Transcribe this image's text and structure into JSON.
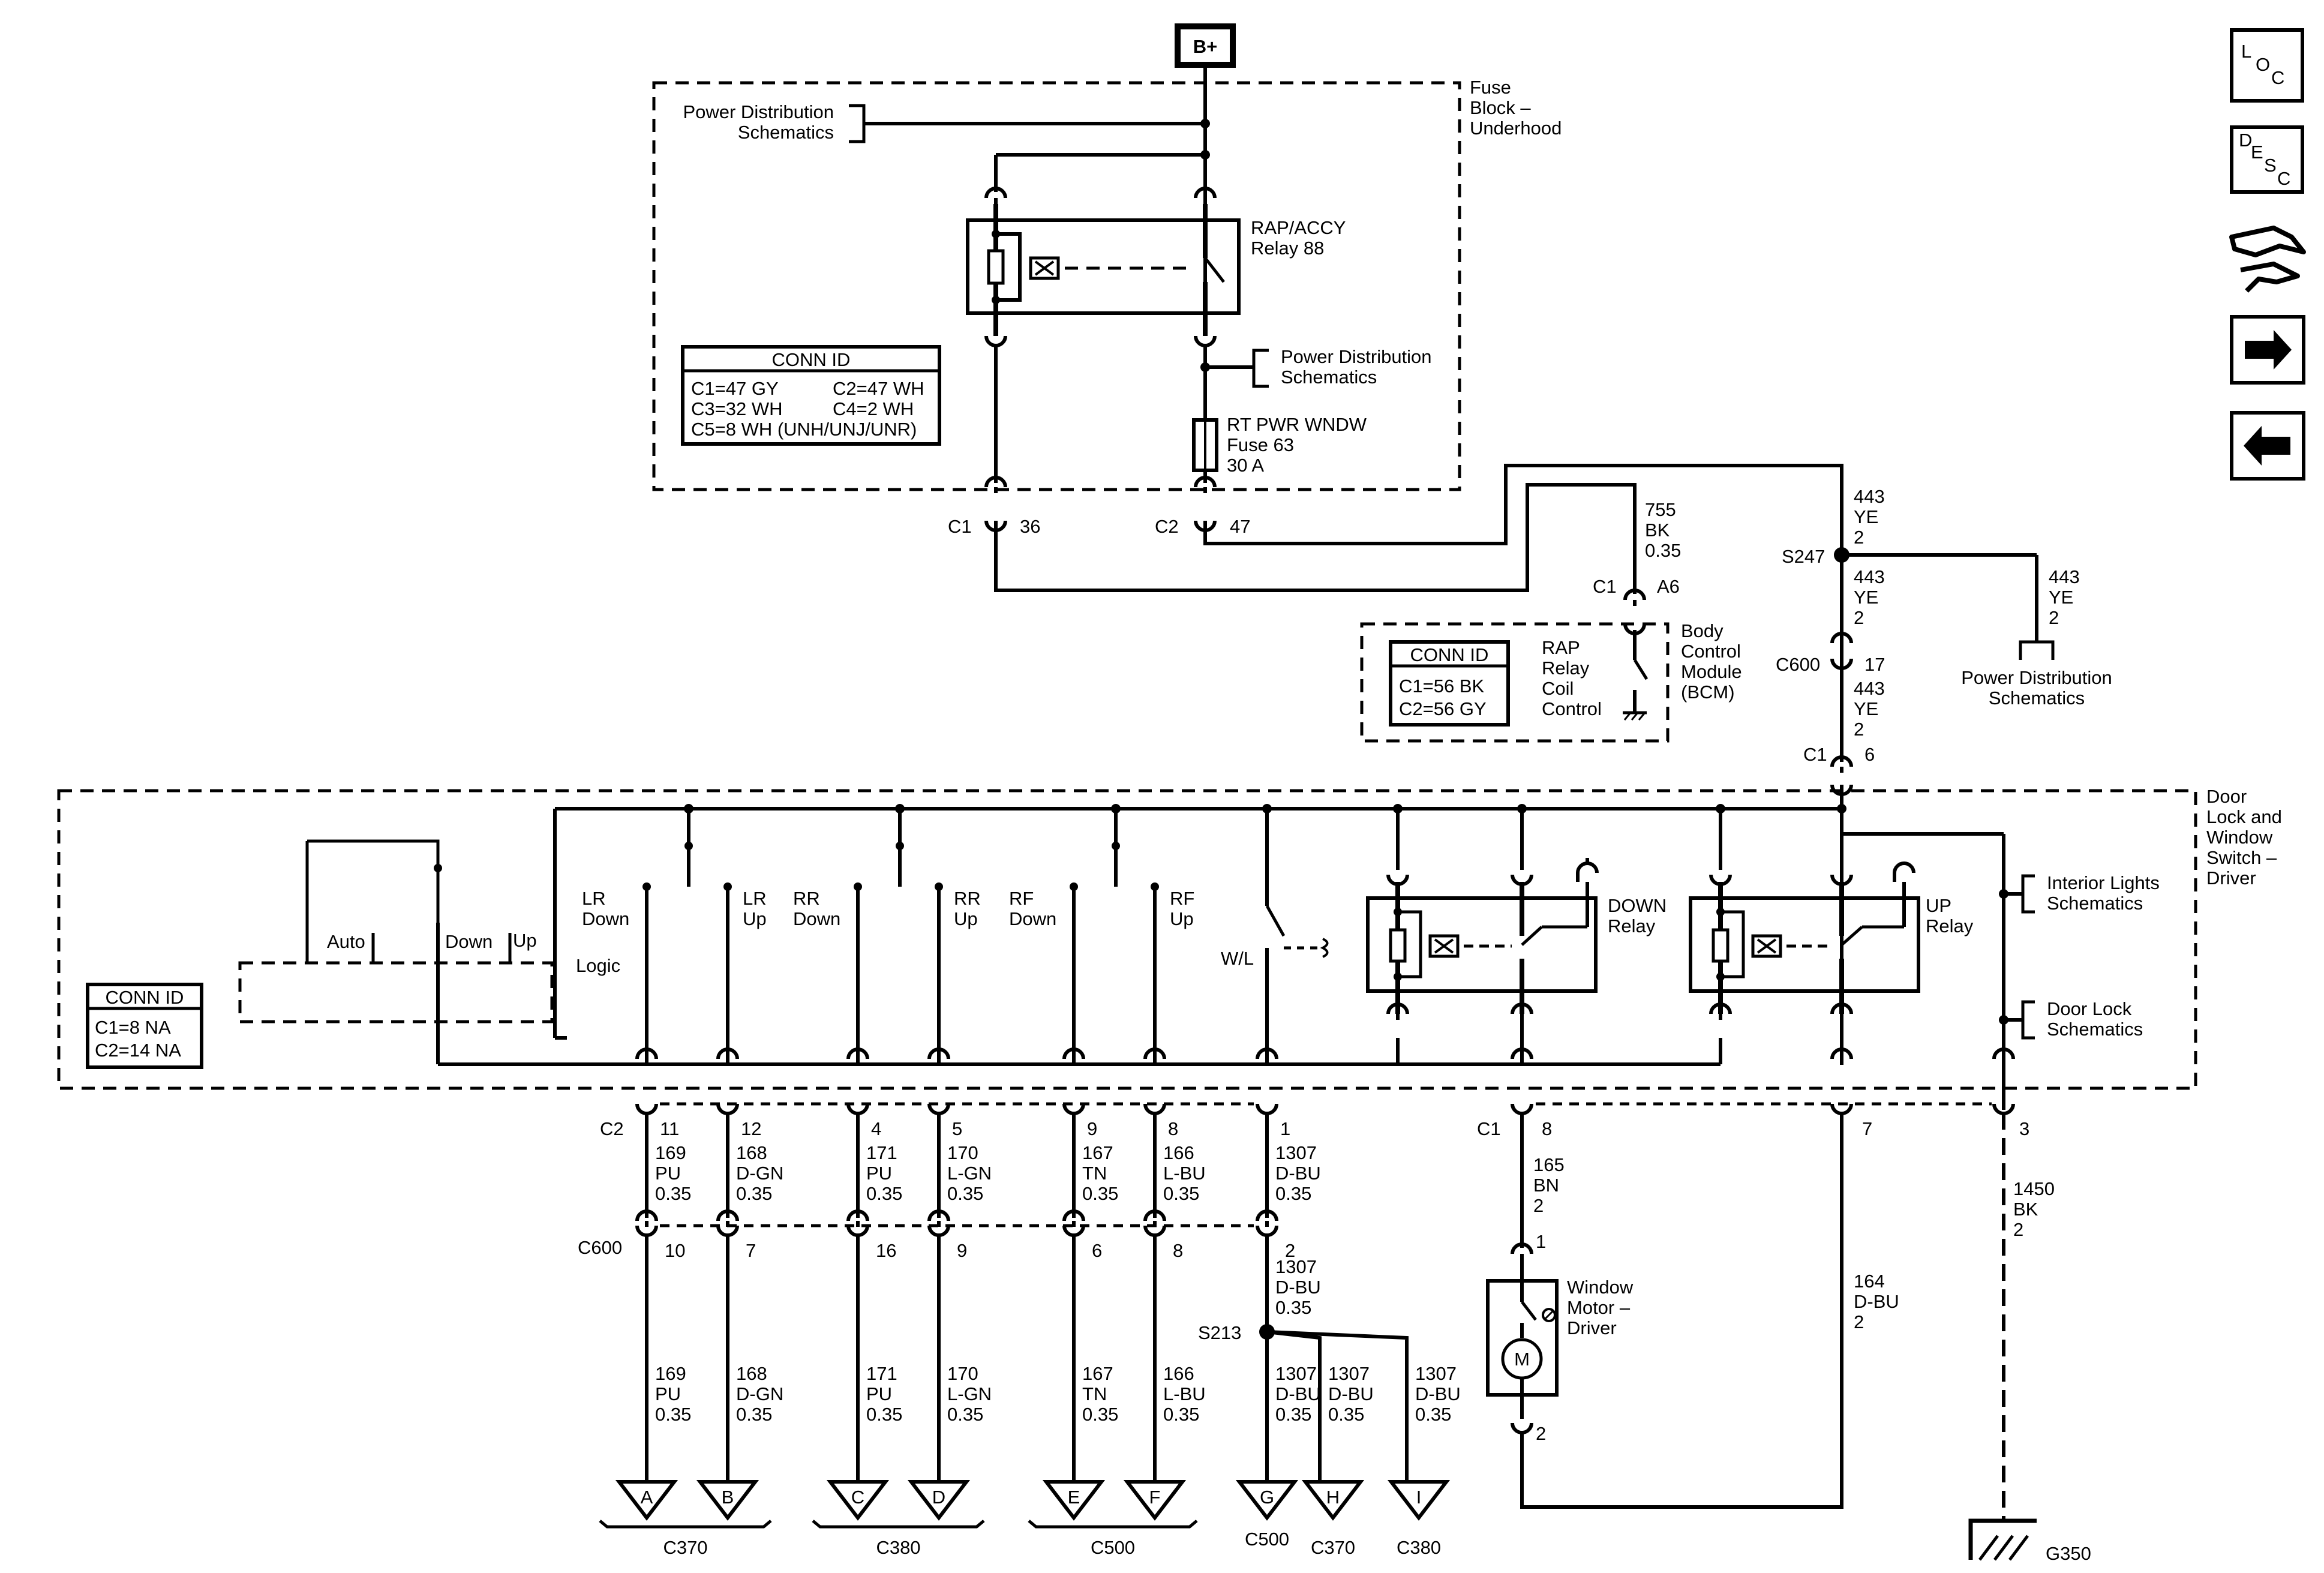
{
  "title": {
    "bplus": "B+",
    "fuse_block": [
      "Fuse",
      "Block –",
      "Underhood"
    ],
    "bcm": [
      "Body",
      "Control",
      "Module",
      "(BCM)"
    ],
    "door_switch": [
      "Door",
      "Lock and",
      "Window",
      "Switch –",
      "Driver"
    ]
  },
  "nav": {
    "loc": "LOC",
    "desc": "DESC"
  },
  "fuse_block": {
    "power_dist_1": [
      "Power Distribution",
      "Schematics"
    ],
    "relay": [
      "RAP/ACCY",
      "Relay 88"
    ],
    "power_dist_2": [
      "Power Distribution",
      "Schematics"
    ],
    "fuse": [
      "RT PWR WNDW",
      "Fuse 63",
      "30 A"
    ],
    "conn_id_title": "CONN ID",
    "conn_id_rows": [
      "C1=47 GY",
      "C2=47 WH",
      "C3=32 WH",
      "C4=2 WH",
      "C5=8 WH (UNH/UNJ/UNR)"
    ],
    "c1": "C1",
    "c1_pin": "36",
    "c2": "C2",
    "c2_pin": "47"
  },
  "bcm": {
    "wire_755": [
      "755",
      "BK",
      "0.35"
    ],
    "c1": "C1",
    "pin": "A6",
    "conn_id_title": "CONN ID",
    "conn_id_rows": [
      "C1=56 BK",
      "C2=56 GY"
    ],
    "relay_ctrl": [
      "RAP",
      "Relay",
      "Coil",
      "Control"
    ]
  },
  "feed": {
    "w1": [
      "443",
      "YE",
      "2"
    ],
    "splice": "S247",
    "w2": [
      "443",
      "YE",
      "2"
    ],
    "w3": [
      "443",
      "YE",
      "2"
    ],
    "pd": [
      "Power Distribution",
      "Schematics"
    ],
    "c600": "C600",
    "c600_pin": "17",
    "w4": [
      "443",
      "YE",
      "2"
    ],
    "c1": "C1",
    "c1_pin": "6"
  },
  "switch": {
    "auto": "Auto",
    "down": "Down",
    "up": "Up",
    "logic": "Logic",
    "conn_id_title": "CONN ID",
    "conn_id_rows": [
      "C1=8 NA",
      "C2=14 NA"
    ],
    "lr_down": [
      "LR",
      "Down"
    ],
    "lr_up": [
      "LR",
      "Up"
    ],
    "rr_down": [
      "RR",
      "Down"
    ],
    "rr_up": [
      "RR",
      "Up"
    ],
    "rf_down": [
      "RF",
      "Down"
    ],
    "rf_up": [
      "RF",
      "Up"
    ],
    "wl": "W/L",
    "down_relay": [
      "DOWN",
      "Relay"
    ],
    "up_relay": [
      "UP",
      "Relay"
    ],
    "interior": [
      "Interior Lights",
      "Schematics"
    ],
    "door_lock": [
      "Door Lock",
      "Schematics"
    ]
  },
  "c2_wires": {
    "conn": "C2",
    "pins": [
      "11",
      "12",
      "4",
      "5",
      "9",
      "8",
      "1"
    ],
    "wires": [
      [
        "169",
        "PU",
        "0.35"
      ],
      [
        "168",
        "D-GN",
        "0.35"
      ],
      [
        "171",
        "PU",
        "0.35"
      ],
      [
        "170",
        "L-GN",
        "0.35"
      ],
      [
        "167",
        "TN",
        "0.35"
      ],
      [
        "166",
        "L-BU",
        "0.35"
      ],
      [
        "1307",
        "D-BU",
        "0.35"
      ]
    ]
  },
  "c600_row": {
    "conn": "C600",
    "pins": [
      "10",
      "7",
      "16",
      "9",
      "6",
      "8",
      "2"
    ],
    "wire_below": [
      "1307",
      "D-BU",
      "0.35"
    ],
    "splice": "S213"
  },
  "lower_wires": [
    [
      "169",
      "PU",
      "0.35"
    ],
    [
      "168",
      "D-GN",
      "0.35"
    ],
    [
      "171",
      "PU",
      "0.35"
    ],
    [
      "170",
      "L-GN",
      "0.35"
    ],
    [
      "167",
      "TN",
      "0.35"
    ],
    [
      "166",
      "L-BU",
      "0.35"
    ],
    [
      "1307",
      "D-BU",
      "0.35"
    ],
    [
      "1307",
      "D-BU",
      "0.35"
    ],
    [
      "1307",
      "D-BU",
      "0.35"
    ]
  ],
  "terminals": [
    "A",
    "B",
    "C",
    "D",
    "E",
    "F",
    "G",
    "H",
    "I"
  ],
  "groups": {
    "c370": "C370",
    "c380": "C380",
    "c500": "C500",
    "g_c500": "C500",
    "h_c370": "C370",
    "i_c380": "C380"
  },
  "c1_right": {
    "conn": "C1",
    "pin8": "8",
    "pin7": "7",
    "pin3": "3",
    "w165": [
      "165",
      "BN",
      "2"
    ],
    "motor_pin1": "1",
    "motor_pin2": "2",
    "motor": [
      "Window",
      "Motor –",
      "Driver"
    ],
    "motor_symbol": "M",
    "w164": [
      "164",
      "D-BU",
      "2"
    ],
    "w1450": [
      "1450",
      "BK",
      "2"
    ],
    "ground": "G350"
  }
}
